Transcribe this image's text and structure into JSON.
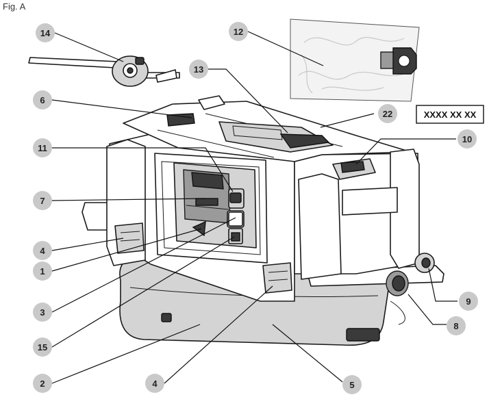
{
  "figure_label": "Fig. A",
  "product_code": "XXXX XX XX",
  "callouts": [
    "14",
    "12",
    "6",
    "13",
    "22",
    "11",
    "10",
    "7",
    "4",
    "1",
    "3",
    "15",
    "2",
    "4",
    "5",
    "8",
    "9"
  ]
}
